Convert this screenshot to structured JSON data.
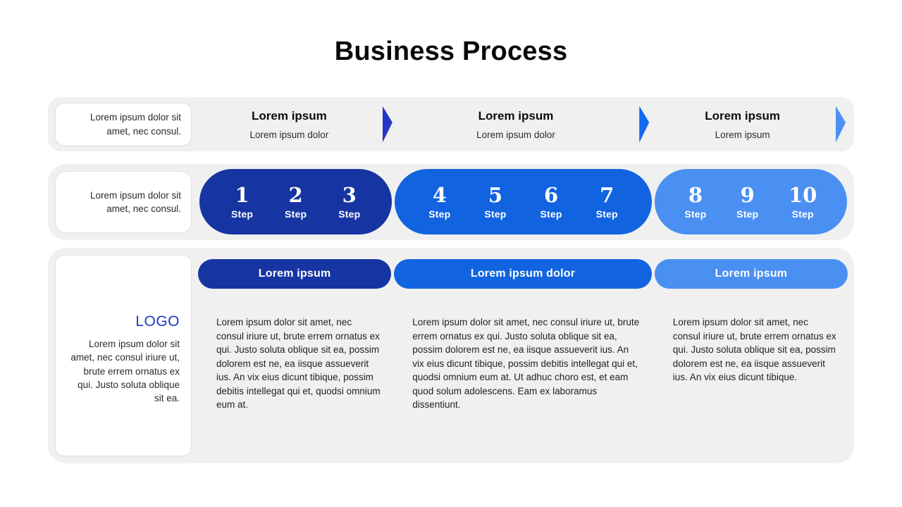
{
  "title": "Business Process",
  "colors": {
    "dark_blue": "#1634a2",
    "medium_blue": "#1263e0",
    "light_blue": "#4a8ff2",
    "arrow1": "#2336c5",
    "arrow2": "#1268f1",
    "arrow3": "#4c90f6",
    "band_bg": "#f0f0f0",
    "logo_blue": "#1b3bbb"
  },
  "row1": {
    "card_text": "Lorem ipsum dolor sit amet, nec consul.",
    "sections": [
      {
        "heading": "Lorem ipsum",
        "subtext": "Lorem ipsum dolor"
      },
      {
        "heading": "Lorem ipsum",
        "subtext": "Lorem ipsum dolor"
      },
      {
        "heading": "Lorem ipsum",
        "subtext": "Lorem ipsum"
      }
    ]
  },
  "row2": {
    "card_text": "Lorem ipsum dolor sit amet, nec consul.",
    "step_label": "Step",
    "groups": [
      {
        "steps": [
          "1",
          "2",
          "3"
        ]
      },
      {
        "steps": [
          "4",
          "5",
          "6",
          "7"
        ]
      },
      {
        "steps": [
          "8",
          "9",
          "10"
        ]
      }
    ]
  },
  "row3": {
    "logo": "LOGO",
    "card_text": "Lorem ipsum dolor sit amet, nec consul iriure ut, brute errem ornatus ex qui. Justo soluta oblique sit ea.",
    "columns": [
      {
        "header": "Lorem ipsum",
        "body": "Lorem ipsum dolor sit amet, nec consul iriure ut, brute errem ornatus ex qui. Justo soluta oblique sit ea, possim dolorem est ne, ea iisque assueverit ius. An vix eius dicunt tibique, possim debitis intellegat qui et, quodsi omnium eum at."
      },
      {
        "header": "Lorem ipsum dolor",
        "body": "Lorem ipsum dolor sit amet, nec consul iriure ut, brute errem ornatus ex qui. Justo soluta oblique sit ea, possim dolorem est ne, ea iisque assueverit ius. An vix eius dicunt tibique, possim debitis intellegat qui et, quodsi omnium eum at. Ut adhuc choro est, et eam quod solum adolescens. Eam ex laboramus dissentiunt."
      },
      {
        "header": "Lorem ipsum",
        "body": "Lorem ipsum dolor sit amet, nec consul iriure ut, brute errem ornatus ex qui. Justo soluta oblique sit ea, possim dolorem est ne, ea iisque assueverit ius. An vix eius dicunt tibique."
      }
    ]
  }
}
